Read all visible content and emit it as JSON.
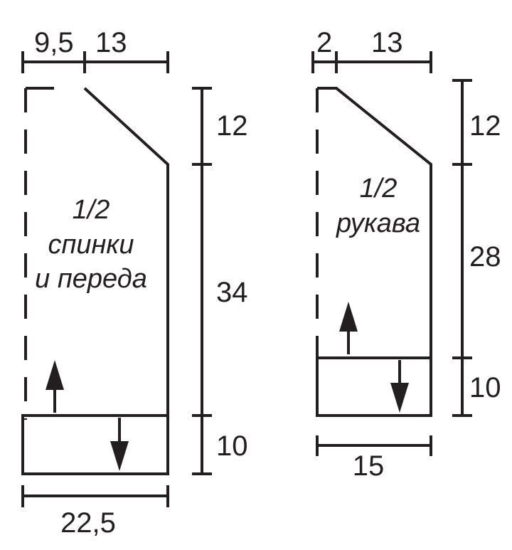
{
  "colors": {
    "ink": "#231f20",
    "background": "#ffffff"
  },
  "body_piece": {
    "label_lines": [
      "1/2",
      "спинки",
      "и переда"
    ],
    "top_dims": [
      "9,5",
      "13"
    ],
    "bottom_dim": "22,5",
    "side_dims": [
      "12",
      "34",
      "10"
    ]
  },
  "sleeve_piece": {
    "label_lines": [
      "1/2",
      "рукава"
    ],
    "top_dims": [
      "2",
      "13"
    ],
    "bottom_dim": "15",
    "side_dims": [
      "12",
      "28",
      "10"
    ]
  }
}
